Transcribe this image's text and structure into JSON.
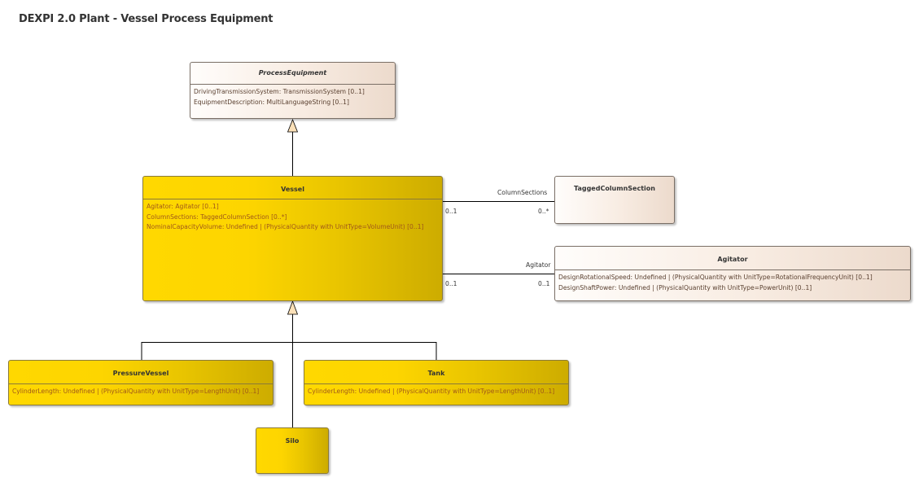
{
  "diagram": {
    "title": "DEXPI 2.0 Plant - Vessel Process Equipment"
  },
  "colors": {
    "abstract_class_fill": "#f8ece2",
    "concrete_class_fill": "#ffd800",
    "generalization_arrow_fill": "#fbe0b8",
    "line": "#000000"
  },
  "classes": {
    "process_equipment": {
      "name": "ProcessEquipment",
      "abstract": true,
      "attributes": [
        "DrivingTransmissionSystem: TransmissionSystem [0..1]",
        "EquipmentDescription: MultiLanguageString [0..1]"
      ]
    },
    "vessel": {
      "name": "Vessel",
      "attributes": [
        "Agitator: Agitator [0..1]",
        "ColumnSections: TaggedColumnSection [0..*]",
        "NominalCapacityVolume: Undefined | (PhysicalQuantity with UnitType=VolumeUnit) [0..1]"
      ]
    },
    "tagged_column_section": {
      "name": "TaggedColumnSection",
      "attributes": []
    },
    "agitator": {
      "name": "Agitator",
      "attributes": [
        "DesignRotationalSpeed: Undefined | (PhysicalQuantity with UnitType=RotationalFrequencyUnit) [0..1]",
        "DesignShaftPower: Undefined | (PhysicalQuantity with UnitType=PowerUnit) [0..1]"
      ]
    },
    "pressure_vessel": {
      "name": "PressureVessel",
      "attributes": [
        "CylinderLength: Undefined | (PhysicalQuantity with UnitType=LengthUnit) [0..1]"
      ]
    },
    "tank": {
      "name": "Tank",
      "attributes": [
        "CylinderLength: Undefined | (PhysicalQuantity with UnitType=LengthUnit) [0..1]"
      ]
    },
    "silo": {
      "name": "Silo",
      "attributes": []
    }
  },
  "associations": {
    "column_sections": {
      "role": "ColumnSections",
      "source_multiplicity": "0..1",
      "target_multiplicity": "0..*"
    },
    "agitator": {
      "role": "Agitator",
      "source_multiplicity": "0..1",
      "target_multiplicity": "0..1"
    }
  },
  "generalizations": [
    {
      "child": "Vessel",
      "parent": "ProcessEquipment"
    },
    {
      "child": "PressureVessel",
      "parent": "Vessel"
    },
    {
      "child": "Tank",
      "parent": "Vessel"
    },
    {
      "child": "Silo",
      "parent": "Vessel"
    }
  ]
}
